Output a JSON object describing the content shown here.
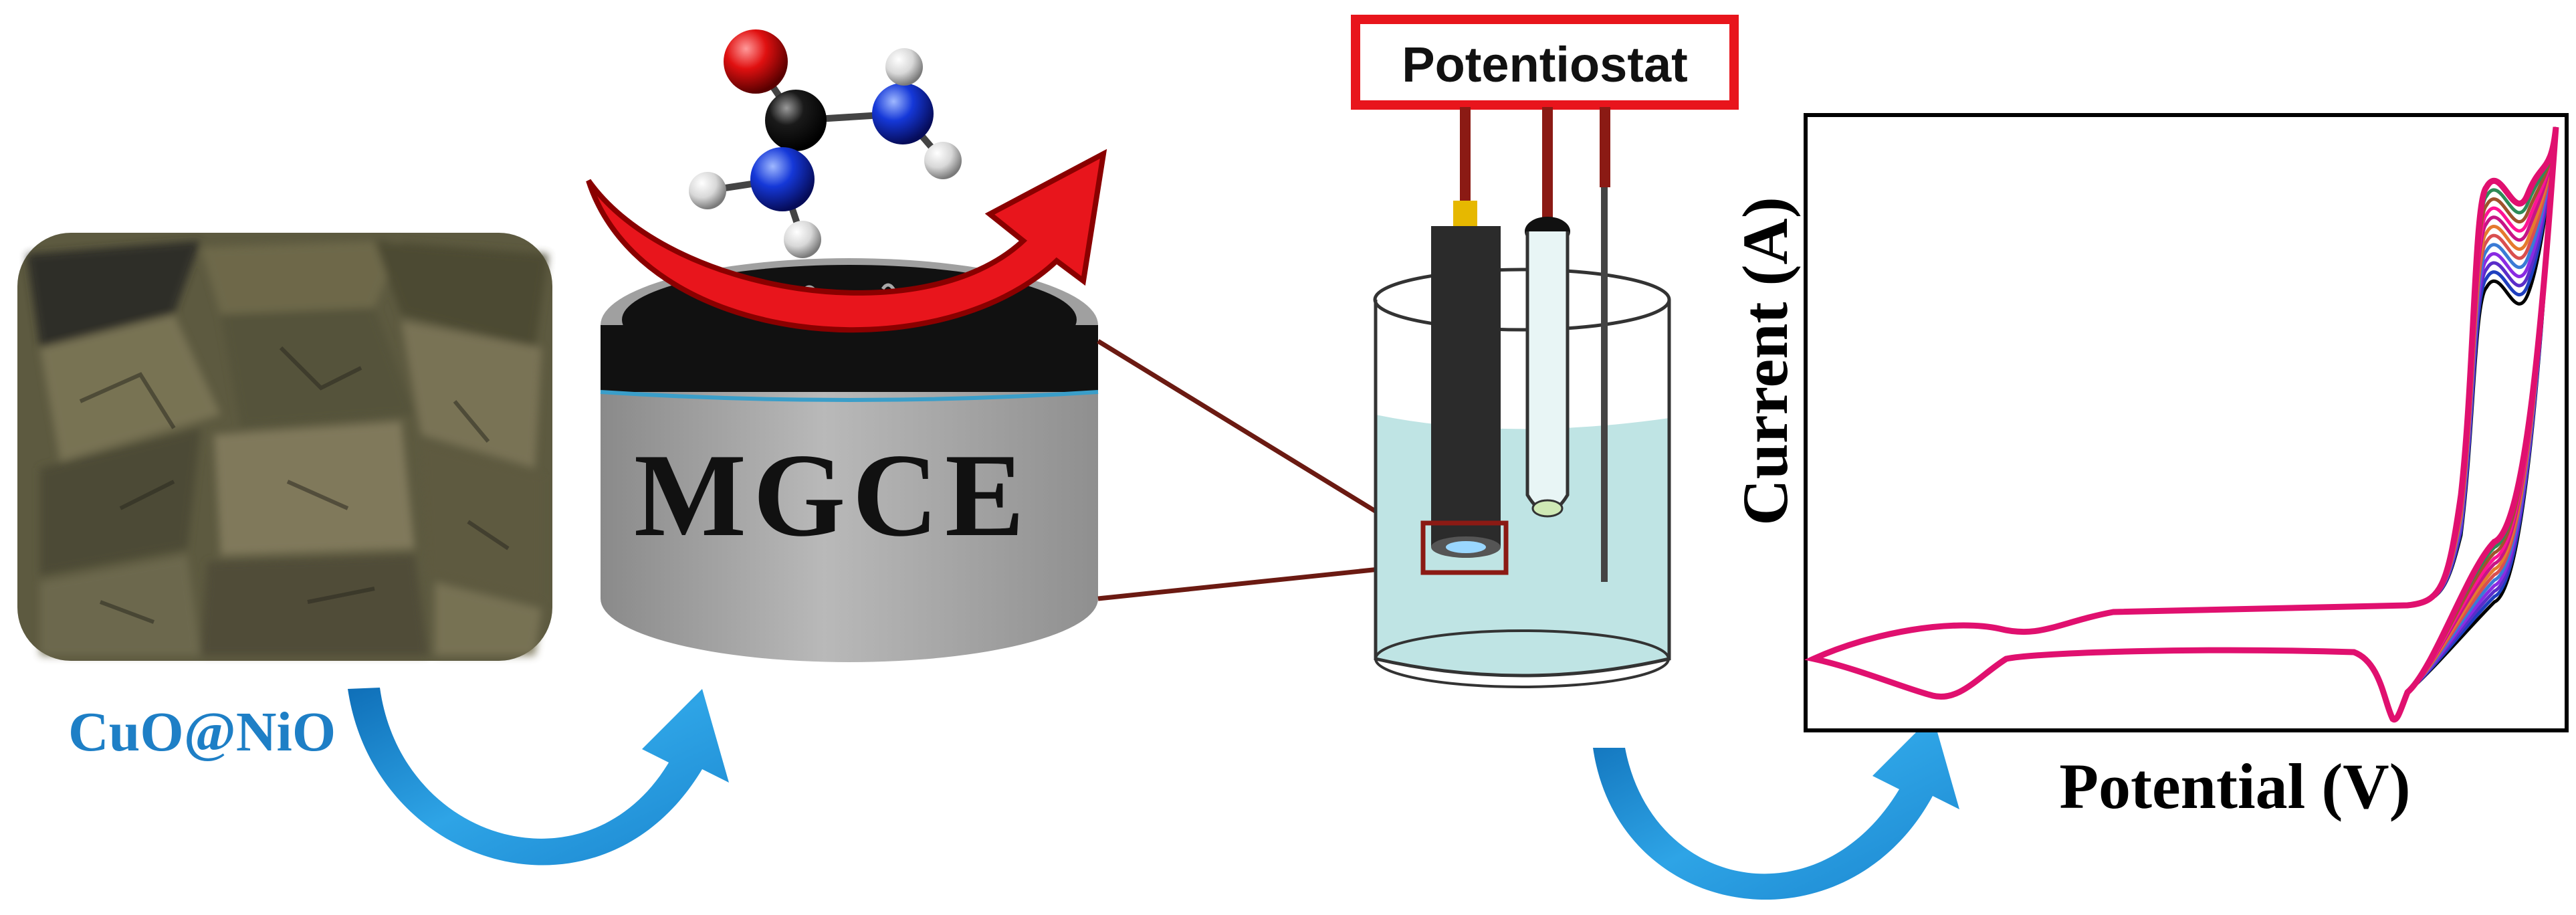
{
  "steps": {
    "material": {
      "label": "CuO@NiO"
    },
    "electrode": {
      "label": "MGCE"
    },
    "instrument": {
      "label": "Potentiostat"
    },
    "voltammogram": {
      "x_label": "Potential (V)",
      "y_label": "Current (A)"
    }
  },
  "colors": {
    "flow_arrow": "#1e90d6",
    "reaction_arrow": "#e8151c",
    "box_outline": "#e8151c",
    "electrode_body": "#a8a8a8",
    "solution": "#bfe4e4",
    "connector": "#6b1a12"
  },
  "icons": [
    "curved-arrow-icon",
    "molecule-icon",
    "electrochemical-cell-icon"
  ],
  "chart_data": {
    "type": "line",
    "title": "",
    "xlabel": "Potential (V)",
    "ylabel": "Current (A)",
    "grid": false,
    "ticks_shown": false,
    "series_count": 12,
    "series_colors": [
      "#000000",
      "#1f3fbf",
      "#5a2dc9",
      "#8a2be2",
      "#3a7bd5",
      "#d94f4f",
      "#e57a2e",
      "#c71585",
      "#ff1493",
      "#a0522d",
      "#2e8b57",
      "#e0106f"
    ]
  }
}
